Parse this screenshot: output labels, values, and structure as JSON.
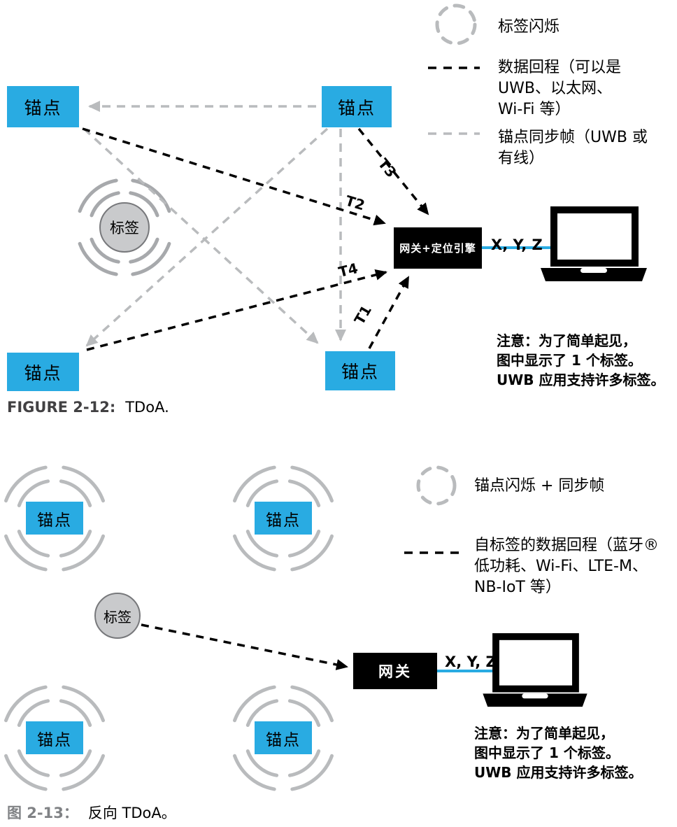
{
  "colors": {
    "anchor_blue": "#29abe2",
    "link_blue": "#29abe2",
    "sync_gray": "#b9bbbd",
    "arc_gray": "#a7a9ac",
    "black": "#000000"
  },
  "figure1": {
    "anchors": [
      "锚点",
      "锚点",
      "锚点",
      "锚点"
    ],
    "tag_label": "标签",
    "gateway_label": "网关+定位引擎",
    "xyz_label": "X, Y, Z",
    "time_labels": {
      "t1": "T1",
      "t2": "T2",
      "t3": "T3",
      "t4": "T4"
    },
    "legend": {
      "tag_blink": "标签闪烁",
      "backhaul": "数据回程（可以是\nUWB、以太网、\nWi-Fi 等）",
      "sync": "锚点同步帧（UWB 或\n有线）"
    },
    "note": "注意：为了简单起见，\n图中显示了 1 个标签。\nUWB 应用支持许多标签。",
    "caption_label": "FIGURE 2-12:",
    "caption_text": "TDoA."
  },
  "figure2": {
    "anchors": [
      "锚点",
      "锚点",
      "锚点",
      "锚点"
    ],
    "tag_label": "标签",
    "gateway_label": "网关",
    "xyz_label": "X, Y, Z",
    "legend": {
      "anchor_blink": "锚点闪烁 + 同步帧",
      "backhaul": "自标签的数据回程（蓝牙®\n低功耗、Wi-Fi、LTE-M、\nNB-IoT 等）"
    },
    "note": "注意：为了简单起见，\n图中显示了 1 个标签。\nUWB 应用支持许多标签。",
    "caption_label": "图 2-13：",
    "caption_text": "反向 TDoA。"
  }
}
